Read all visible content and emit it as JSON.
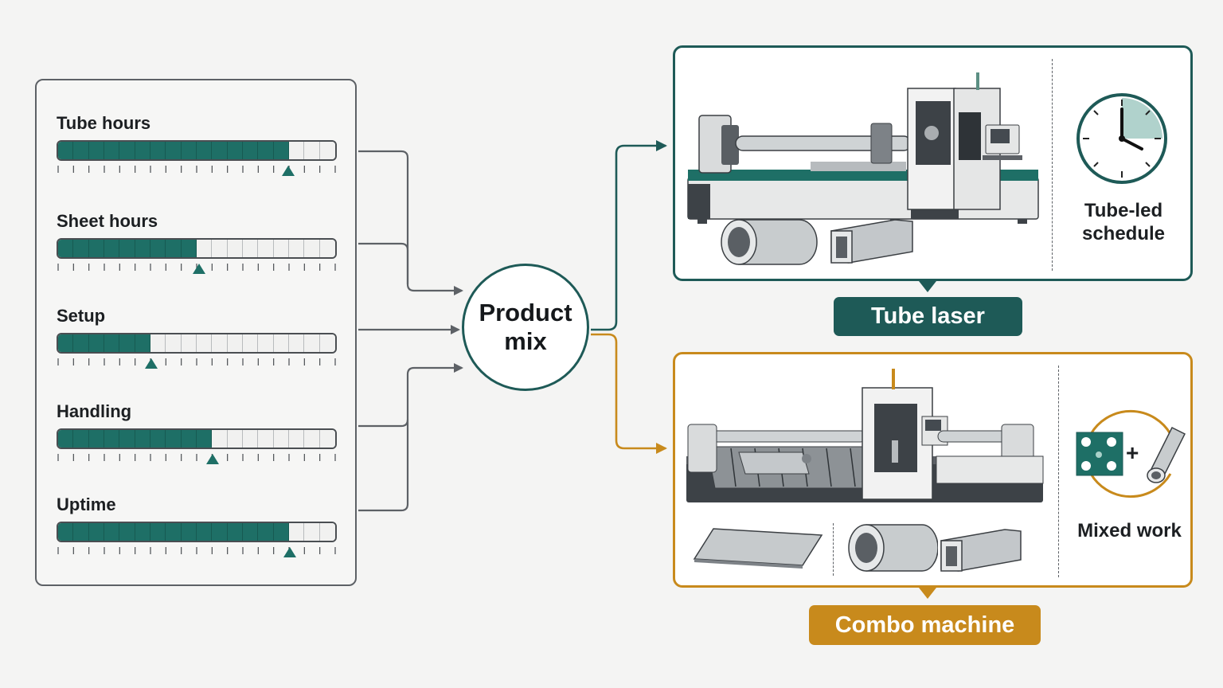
{
  "colors": {
    "teal": "#1e6f66",
    "teal_dark": "#1e5a57",
    "amber": "#c88a1c",
    "border_gray": "#5d6166"
  },
  "metrics": {
    "segments_total": 18,
    "items": [
      {
        "label": "Tube hours",
        "filled_segments": 15,
        "marker_fraction": 0.828
      },
      {
        "label": "Sheet hours",
        "filled_segments": 9,
        "marker_fraction": 0.508
      },
      {
        "label": "Setup",
        "filled_segments": 6,
        "marker_fraction": 0.339
      },
      {
        "label": "Handling",
        "filled_segments": 10,
        "marker_fraction": 0.556
      },
      {
        "label": "Uptime",
        "filled_segments": 15,
        "marker_fraction": 0.831
      }
    ]
  },
  "center": {
    "label": "Product mix"
  },
  "tube_option": {
    "tag": "Tube laser",
    "side_label": "Tube-led schedule",
    "icons": [
      "tube-laser-machine-icon",
      "round-tube-icon",
      "square-tube-icon",
      "clock-icon"
    ]
  },
  "combo_option": {
    "tag": "Combo machine",
    "side_label": "Mixed work",
    "icons": [
      "combo-laser-machine-icon",
      "sheet-plate-icon",
      "round-tube-icon",
      "square-tube-icon",
      "plate-plus-tube-icon"
    ]
  }
}
